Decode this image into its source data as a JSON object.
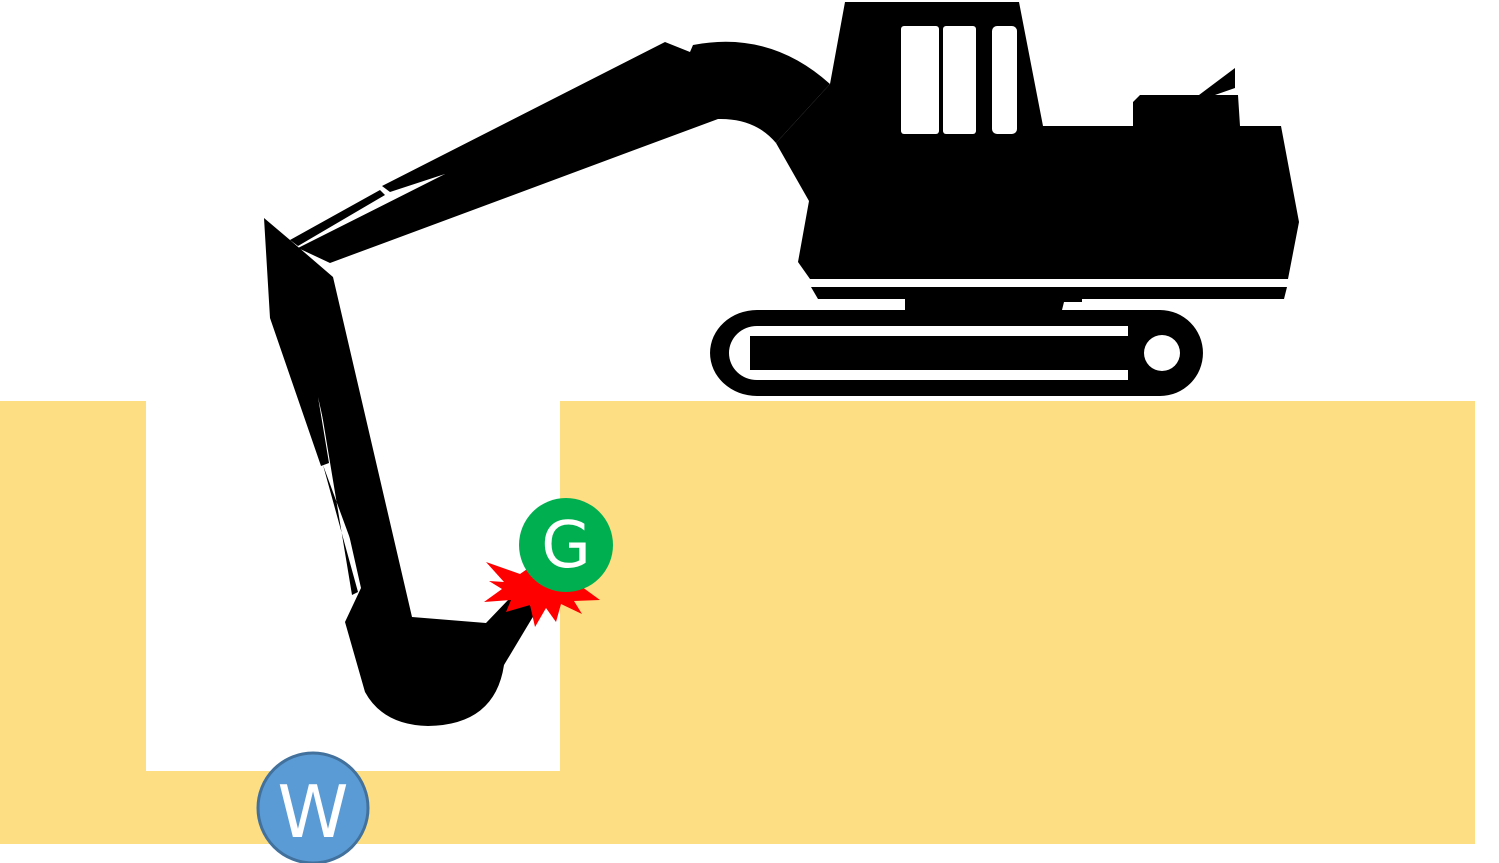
{
  "colors": {
    "ground": "#FDDE82",
    "background": "#FFFFFF",
    "excavator": "#000000",
    "gas_marker": "#00B050",
    "water_marker": "#5B9BD5",
    "water_marker_stroke": "#41719C",
    "strike_burst": "#FF0000",
    "label_text": "#FFFFFF"
  },
  "markers": {
    "gas": {
      "label": "G",
      "meaning": "gas-line"
    },
    "water": {
      "label": "W",
      "meaning": "water-line"
    }
  },
  "icons": {
    "excavator": "excavator-icon",
    "strike": "impact-burst-icon"
  }
}
